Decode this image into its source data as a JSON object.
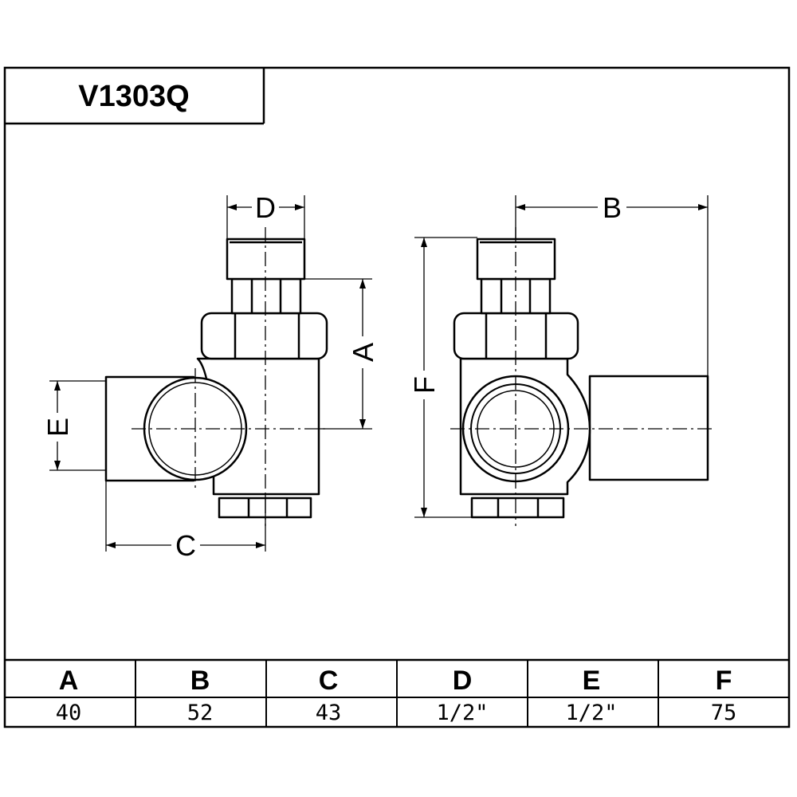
{
  "title": "V1303Q",
  "dimension_labels": {
    "a": "A",
    "b": "B",
    "c": "C",
    "d": "D",
    "e": "E",
    "f": "F"
  },
  "table": {
    "headers": [
      "A",
      "B",
      "C",
      "D",
      "E",
      "F"
    ],
    "values": [
      "40",
      "52",
      "43",
      "1/2\"",
      "1/2\"",
      "75"
    ]
  }
}
